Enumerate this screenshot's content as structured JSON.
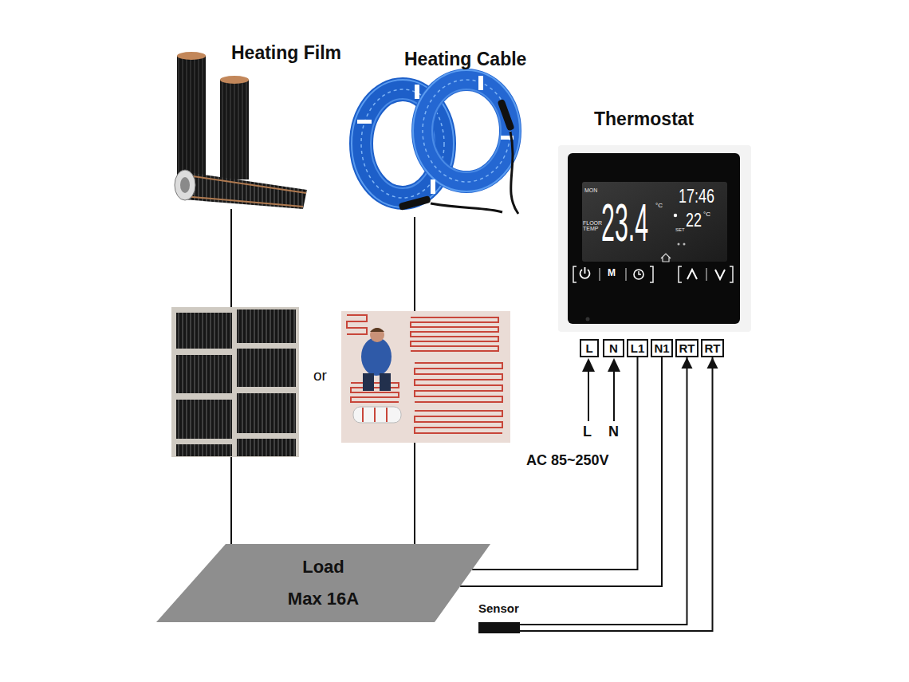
{
  "diagram": {
    "nodes": [
      {
        "text": [
          "Heating Film"
        ]
      },
      {
        "text": [
          "Heating Cable"
        ]
      },
      {
        "text": [
          "Thermostat"
        ]
      },
      {
        "text": [
          "L"
        ]
      },
      {
        "text": [
          "N"
        ]
      },
      {
        "text": [
          "L1"
        ]
      },
      {
        "text": [
          "N1"
        ]
      },
      {
        "text": [
          "RT"
        ]
      },
      {
        "text": [
          "RT"
        ]
      },
      {
        "text": [
          "Load",
          "Max 16A"
        ]
      },
      {
        "text": [
          "Sensor"
        ]
      }
    ],
    "edges": [
      {
        "from": 0,
        "to": 9,
        "arrow": "none"
      },
      {
        "from": 1,
        "to": 9,
        "arrow": "none"
      },
      {
        "from": 9,
        "to": 5,
        "arrow": "none"
      },
      {
        "from": 9,
        "to": 6,
        "arrow": "none"
      },
      {
        "from": 10,
        "to": 7,
        "arrow": "to"
      },
      {
        "from": 10,
        "to": 8,
        "arrow": "to"
      }
    ],
    "labels": [
      "or",
      "MON",
      "FLOOR TEMP",
      "23.4",
      "°C",
      "17:46",
      "22",
      "°C",
      "SET",
      "M",
      "L",
      "N",
      "AC 85~250V"
    ]
  }
}
